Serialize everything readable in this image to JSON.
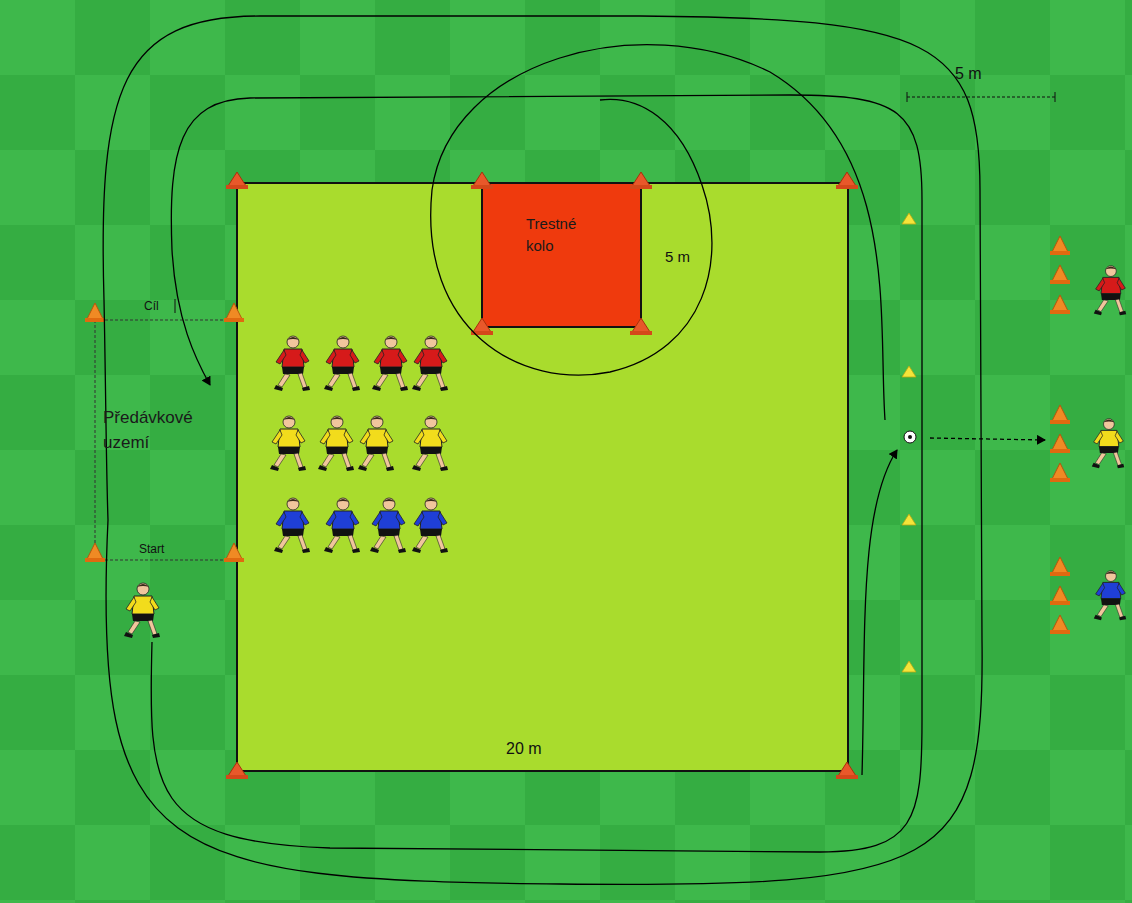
{
  "diagram": {
    "nodes": [
      {
        "text": [
          "Trestné kolo"
        ]
      },
      {
        "text": [
          "Předávkové uzemí"
        ]
      }
    ],
    "labels": [
      "5 m",
      "5 m",
      "20 m",
      "Cíl",
      "Start"
    ]
  }
}
